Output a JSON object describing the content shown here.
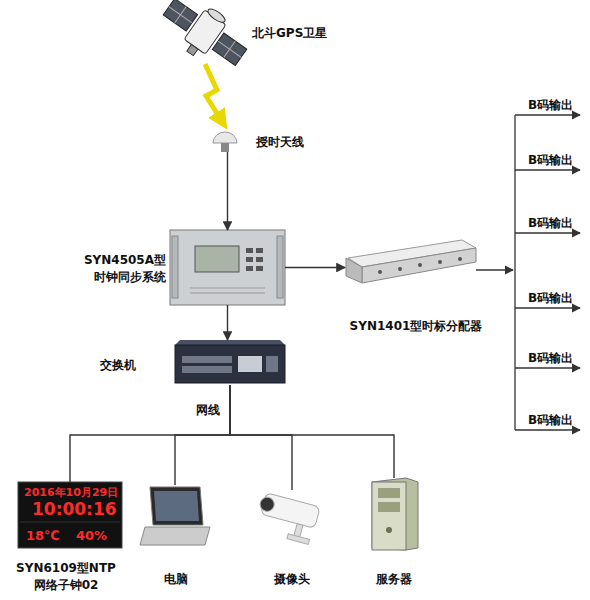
{
  "diagram": {
    "nodes": [
      {
        "text": [
          "北斗GPS卫星"
        ]
      },
      {
        "text": [
          "授时天线"
        ]
      },
      {
        "text": [
          "SYN4505A型 时钟同步系统"
        ]
      },
      {
        "text": [
          "SYN1401型时标分配器"
        ]
      },
      {
        "text": [
          "交换机"
        ]
      },
      {
        "text": [
          "SYN6109型NTP 网络子钟02"
        ]
      },
      {
        "text": [
          "电脑"
        ]
      },
      {
        "text": [
          "摄像头"
        ]
      },
      {
        "text": [
          "服务器"
        ]
      }
    ],
    "edges": [
      {
        "from": 0,
        "to": 1,
        "arrow": "to"
      },
      {
        "from": 1,
        "to": 2,
        "arrow": "to"
      },
      {
        "from": 2,
        "to": 3,
        "arrow": "to"
      },
      {
        "from": 2,
        "to": 4,
        "arrow": "to"
      },
      {
        "from": 4,
        "to": 5,
        "arrow": "none"
      },
      {
        "from": 4,
        "to": 6,
        "arrow": "none"
      },
      {
        "from": 4,
        "to": 7,
        "arrow": "none"
      },
      {
        "from": 4,
        "to": 8,
        "arrow": "none"
      }
    ],
    "labels": [
      "网线",
      "B码输出",
      "B码输出",
      "B码输出",
      "B码输出",
      "B码输出",
      "B码输出",
      "2016年10月29日",
      "10:00:16",
      "18℃",
      "40%"
    ]
  }
}
